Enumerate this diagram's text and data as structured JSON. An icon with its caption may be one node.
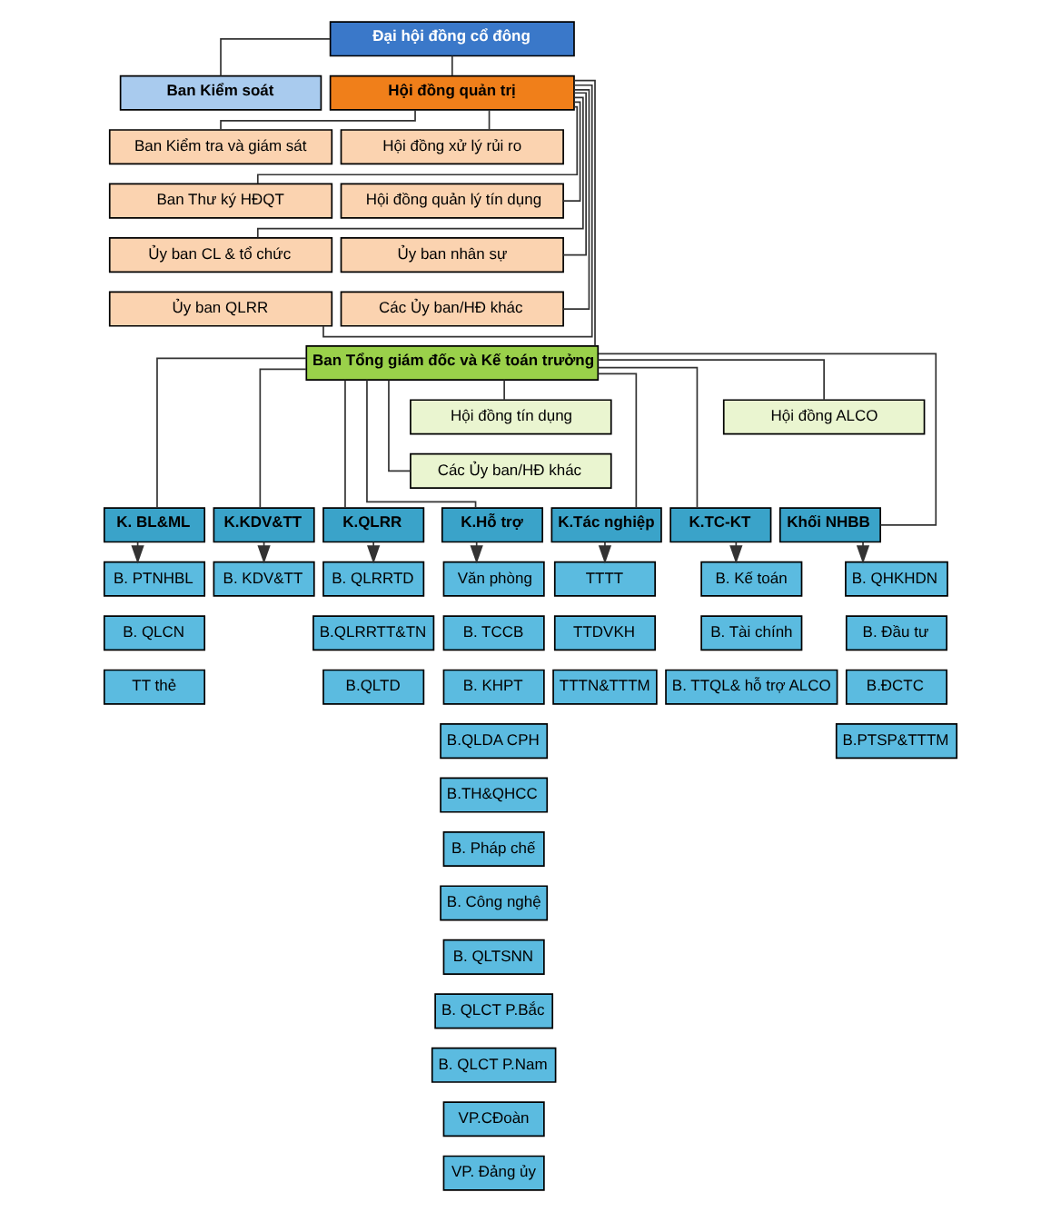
{
  "diagram": {
    "nodes": [
      {
        "text": [
          "Đại hội đồng cổ đông"
        ]
      },
      {
        "text": [
          "Ban Kiểm soát"
        ]
      },
      {
        "text": [
          "Hội đồng quản trị"
        ]
      },
      {
        "text": [
          "Ban Kiểm tra và giám sát"
        ]
      },
      {
        "text": [
          "Hội đồng xử lý rủi ro"
        ]
      },
      {
        "text": [
          "Ban Thư ký HĐQT"
        ]
      },
      {
        "text": [
          "Hội đồng quản lý tín dụng"
        ]
      },
      {
        "text": [
          "Ủy ban CL & tổ chức"
        ]
      },
      {
        "text": [
          "Ủy ban nhân sự"
        ]
      },
      {
        "text": [
          "Ủy ban QLRR"
        ]
      },
      {
        "text": [
          "Các Ủy ban/HĐ khác"
        ]
      },
      {
        "text": [
          "Ban Tổng giám đốc và Kế toán trưởng"
        ]
      },
      {
        "text": [
          "Hội đồng ALCO"
        ]
      },
      {
        "text": [
          "Hội đồng tín dụng"
        ]
      },
      {
        "text": [
          "Các Ủy ban/HĐ khác"
        ]
      },
      {
        "text": [
          "Khối NHBB"
        ]
      },
      {
        "text": [
          "K. BL&ML"
        ]
      },
      {
        "text": [
          "K.KDV&TT"
        ]
      },
      {
        "text": [
          "K.QLRR"
        ]
      },
      {
        "text": [
          "K.Tác nghiệp"
        ]
      },
      {
        "text": [
          "K.TC-KT"
        ]
      },
      {
        "text": [
          "K.Hỗ trợ"
        ]
      },
      {
        "text": [
          "B. QHKHDN"
        ]
      },
      {
        "text": [
          "B. Đầu tư"
        ]
      },
      {
        "text": [
          "B.ĐCTC"
        ]
      },
      {
        "text": [
          "B.PTSP&TTTM"
        ]
      },
      {
        "text": [
          "B. PTNHBL"
        ]
      },
      {
        "text": [
          "B. QLCN"
        ]
      },
      {
        "text": [
          "TT thẻ"
        ]
      },
      {
        "text": [
          "B. KDV&TT"
        ]
      },
      {
        "text": [
          "B. QLRRTD"
        ]
      },
      {
        "text": [
          "B.QLRRTT&TN"
        ]
      },
      {
        "text": [
          "B.QLTD"
        ]
      },
      {
        "text": [
          "TTTT"
        ]
      },
      {
        "text": [
          "TTDVKH"
        ]
      },
      {
        "text": [
          "TTTN&TTTM"
        ]
      },
      {
        "text": [
          "B. Kế toán"
        ]
      },
      {
        "text": [
          "B. Tài chính"
        ]
      },
      {
        "text": [
          "B. TTQL& hỗ trợ ALCO"
        ]
      },
      {
        "text": [
          "Văn phòng"
        ]
      },
      {
        "text": [
          "B. TCCB"
        ]
      },
      {
        "text": [
          "B. KHPT"
        ]
      },
      {
        "text": [
          "B.QLDA CPH"
        ]
      },
      {
        "text": [
          "B.TH&QHCC"
        ]
      },
      {
        "text": [
          "B. Pháp chế"
        ]
      },
      {
        "text": [
          "B. Công nghệ"
        ]
      },
      {
        "text": [
          "B. QLTSNN"
        ]
      },
      {
        "text": [
          "B. QLCT P.Bắc"
        ]
      },
      {
        "text": [
          "B. QLCT P.Nam"
        ]
      },
      {
        "text": [
          "VP.CĐoàn"
        ]
      },
      {
        "text": [
          "VP. Đảng ủy"
        ]
      }
    ],
    "edges": [
      {
        "from": 0,
        "to": 1,
        "arrow": "none"
      },
      {
        "from": 0,
        "to": 2,
        "arrow": "none"
      },
      {
        "from": 2,
        "to": 3,
        "arrow": "none"
      },
      {
        "from": 2,
        "to": 4,
        "arrow": "none"
      },
      {
        "from": 2,
        "to": 5,
        "arrow": "none"
      },
      {
        "from": 2,
        "to": 6,
        "arrow": "none"
      },
      {
        "from": 2,
        "to": 7,
        "arrow": "none"
      },
      {
        "from": 2,
        "to": 8,
        "arrow": "none"
      },
      {
        "from": 2,
        "to": 9,
        "arrow": "none"
      },
      {
        "from": 2,
        "to": 10,
        "arrow": "none"
      },
      {
        "from": 2,
        "to": 11,
        "arrow": "none"
      },
      {
        "from": 11,
        "to": 12,
        "arrow": "none"
      },
      {
        "from": 11,
        "to": 13,
        "arrow": "none"
      },
      {
        "from": 11,
        "to": 14,
        "arrow": "none"
      },
      {
        "from": 11,
        "to": 15,
        "arrow": "none"
      },
      {
        "from": 11,
        "to": 16,
        "arrow": "none"
      },
      {
        "from": 11,
        "to": 17,
        "arrow": "none"
      },
      {
        "from": 11,
        "to": 18,
        "arrow": "none"
      },
      {
        "from": 11,
        "to": 19,
        "arrow": "none"
      },
      {
        "from": 11,
        "to": 20,
        "arrow": "none"
      },
      {
        "from": 11,
        "to": 21,
        "arrow": "none"
      },
      {
        "from": 15,
        "to": 22,
        "arrow": "to"
      },
      {
        "from": 16,
        "to": 26,
        "arrow": "to"
      },
      {
        "from": 17,
        "to": 29,
        "arrow": "to"
      },
      {
        "from": 18,
        "to": 30,
        "arrow": "to"
      },
      {
        "from": 19,
        "to": 33,
        "arrow": "to"
      },
      {
        "from": 20,
        "to": 36,
        "arrow": "to"
      },
      {
        "from": 21,
        "to": 39,
        "arrow": "to"
      }
    ]
  }
}
